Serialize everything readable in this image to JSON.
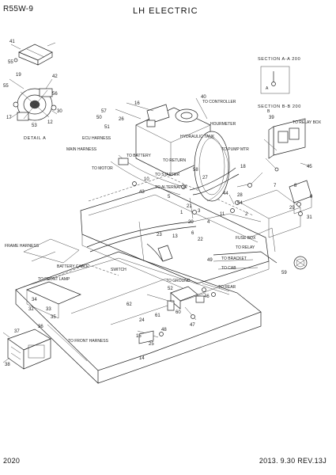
{
  "header": {
    "model": "R55W-9",
    "title": "LH ELECTRIC"
  },
  "footer": {
    "page_number": "2020",
    "date_rev": "2013. 9.30  REV.13J"
  },
  "detail": {
    "label": "DETAIL A",
    "callouts": [
      "41",
      "55",
      "19",
      "17",
      "42",
      "12",
      "30",
      "55",
      "56",
      "53"
    ]
  },
  "section_views": [
    {
      "label": "SECTION A-A 200",
      "sub": "A"
    },
    {
      "label": "SECTION B-B 200",
      "sub": "B"
    }
  ],
  "labels": {
    "hour_meter": "HOURMETER",
    "to_controller": "TO CONTROLLER",
    "to_pump_mtr": "TO PUMP MTR",
    "main_harness": "MAIN HARNESS",
    "ecu_harness": "ECU HARNESS",
    "to_return": "TO RETURN",
    "to_battery": "TO BATTERY",
    "fuse_box": "FUSE BOX",
    "to_relay": "TO RELAY",
    "frame_harness": "FRAME HARNESS",
    "switch": "SWITCH",
    "to_front_lamp": "TO FRONT LAMP",
    "to_rear": "TO REAR",
    "to_front_harness": "TO FRONT HARNESS",
    "to_bracket": "TO BRACKET",
    "to_alternator": "TO ALTERNATOR",
    "to_starter": "TO STARTER",
    "to_ground": "TO GROUND",
    "to_cab": "TO CAB",
    "hydraulic_tank": "HYDRAULIC TANK",
    "to_motor": "TO MOTOR",
    "battery_cable": "BATTERY CABLE",
    "to_relay_box": "TO RELAY BOX"
  },
  "callouts": [
    "57",
    "26",
    "16",
    "21",
    "22",
    "23",
    "24",
    "25",
    "27",
    "28",
    "29",
    "31",
    "32",
    "33",
    "34",
    "35",
    "36",
    "37",
    "38",
    "39",
    "40",
    "43",
    "44",
    "45",
    "46",
    "47",
    "48",
    "49",
    "50",
    "51",
    "52",
    "54",
    "58",
    "59",
    "60",
    "61",
    "62",
    "11",
    "14",
    "15",
    "18",
    "20",
    "1",
    "2",
    "3",
    "4",
    "5",
    "6",
    "7",
    "8",
    "9",
    "10",
    "13"
  ]
}
